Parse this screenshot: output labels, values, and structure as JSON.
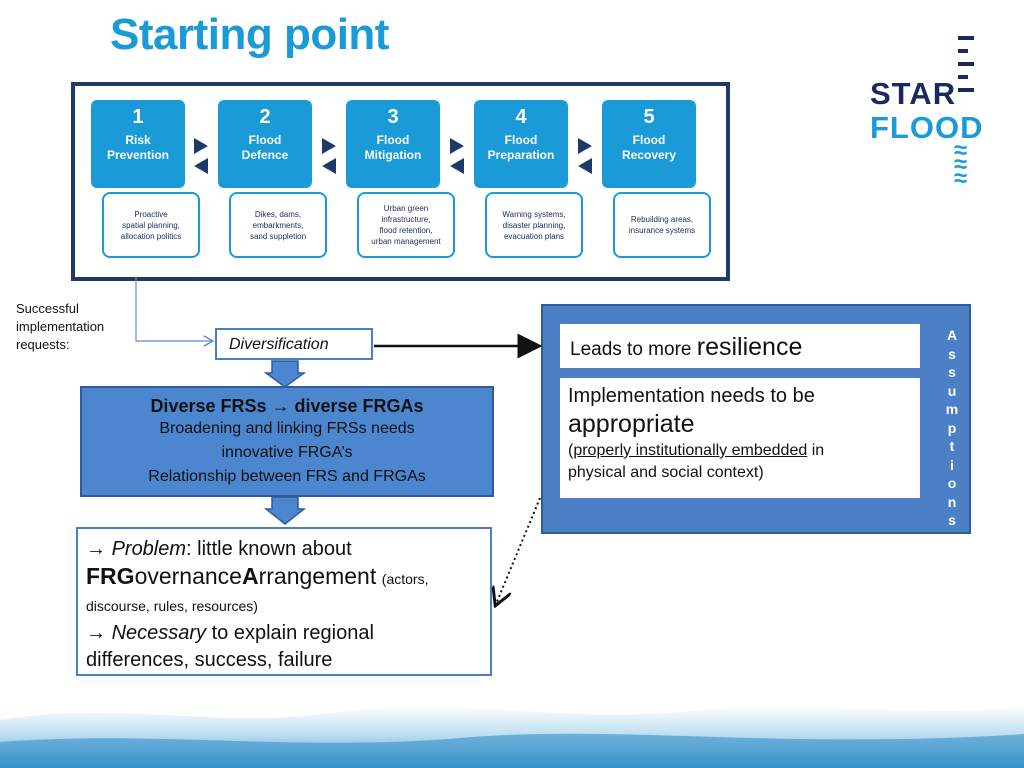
{
  "title": "Starting point",
  "logo": {
    "line1": "STAR",
    "line2": "FLOOD"
  },
  "steps": [
    {
      "num": "1",
      "name": [
        "Risk",
        "Prevention"
      ],
      "desc": [
        "Proactive",
        "spatial planning,",
        "allocation politics"
      ]
    },
    {
      "num": "2",
      "name": [
        "Flood",
        "Defence"
      ],
      "desc": [
        "Dikes, dams,",
        "embarkments,",
        "sand suppletion"
      ]
    },
    {
      "num": "3",
      "name": [
        "Flood",
        "Mitigation"
      ],
      "desc": [
        "Urban green",
        "infrastructure,",
        "flood retention,",
        "urban management"
      ]
    },
    {
      "num": "4",
      "name": [
        "Flood",
        "Preparation"
      ],
      "desc": [
        "Warning systems,",
        "disaster planning,",
        "evacuation plans"
      ]
    },
    {
      "num": "5",
      "name": [
        "Flood",
        "Recovery"
      ],
      "desc": [
        "Rebuilding areas,",
        "insurance systems"
      ]
    }
  ],
  "side_note": [
    "Successful",
    "implementation",
    "requests:"
  ],
  "diversification": "Diversification",
  "frs": {
    "head_a": "Diverse FRSs ",
    "arrow": "→",
    "head_b": " diverse FRGAs",
    "line1": "Broadening and linking FRSs needs",
    "line2": "innovative FRGA’s",
    "line3": "Relationship between FRS and FRGAs"
  },
  "problem": {
    "arrow": "→",
    "p1_italic": "Problem",
    "p1_rest": ": little known about",
    "frg_b1": "FRG",
    "frg_1": "overnance",
    "frg_b2": "A",
    "frg_2": "rrangement",
    "frg_small": "(actors,",
    "line3": "discourse, rules, resources)",
    "p2_italic": "Necessary",
    "p2_rest": " to explain regional",
    "line5": "differences, success, failure"
  },
  "assumptions": {
    "res_text": "Leads to more ",
    "res_big": "resilience",
    "app_text": "Implementation needs to be",
    "app_big": "appropriate",
    "app_open": "(",
    "app_underline": "properly institutionally embedded",
    "app_rest": " in",
    "app_line4": "physical and social context)",
    "vertical": [
      "A",
      "s",
      "s",
      "u",
      "m",
      "p",
      "t",
      "i",
      "o",
      "n",
      "s"
    ]
  },
  "colors": {
    "title": "#1a9ad6",
    "step": "#1a9ad6",
    "panel_blue": "#4b7fc6",
    "dark_navy": "#1f3a68"
  }
}
